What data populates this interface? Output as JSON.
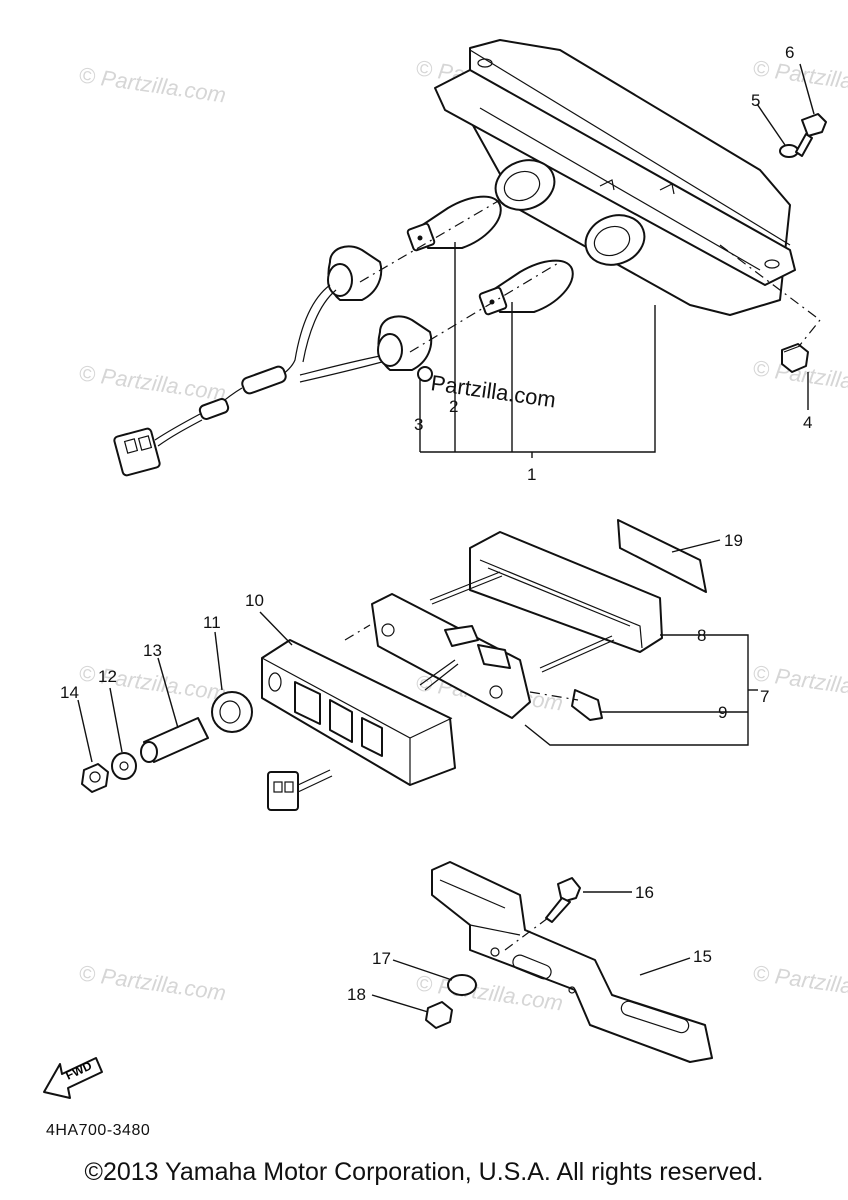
{
  "watermark": {
    "text": "© Partzilla.com",
    "center_text": "Partzilla.com"
  },
  "callouts": {
    "c1": "1",
    "c2": "2",
    "c3": "3",
    "c4": "4",
    "c5": "5",
    "c6": "6",
    "c7": "7",
    "c8": "8",
    "c9": "9",
    "c10": "10",
    "c11": "11",
    "c12": "12",
    "c13": "13",
    "c14": "14",
    "c15": "15",
    "c16": "16",
    "c17": "17",
    "c18": "18",
    "c19": "19"
  },
  "fwd_label": "FWD",
  "catalog_code": "4HA700-3480",
  "copyright": "©2013 Yamaha Motor Corporation, U.S.A. All rights reserved."
}
